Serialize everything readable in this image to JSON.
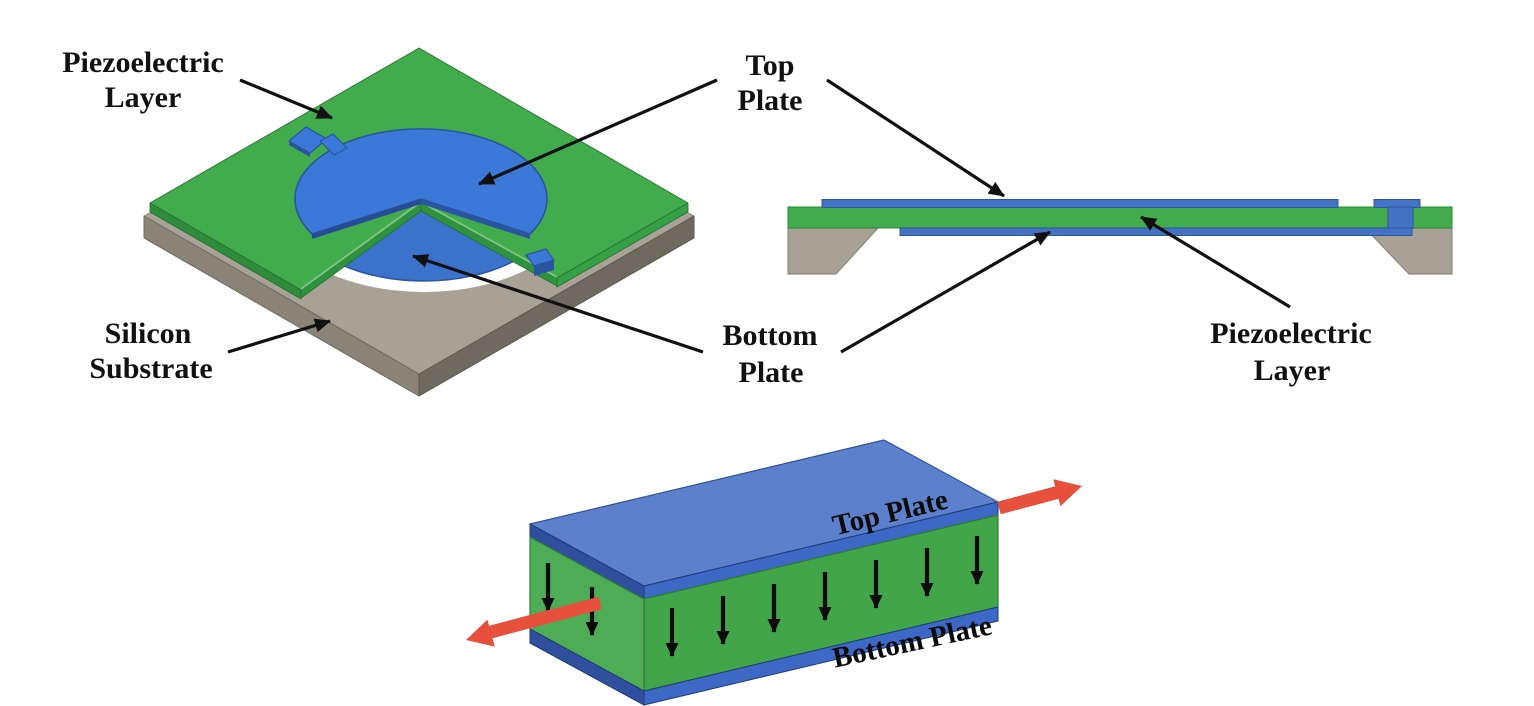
{
  "labels": {
    "piezo_left": {
      "l1": "Piezoelectric",
      "l2": "Layer"
    },
    "silicon": {
      "l1": "Silicon",
      "l2": "Substrate"
    },
    "top_plate": {
      "l1": "Top",
      "l2": "Plate"
    },
    "bottom_plate": {
      "l1": "Bottom",
      "l2": "Plate"
    },
    "piezo_right": {
      "l1": "Piezoelectric",
      "l2": "Layer"
    },
    "box": {
      "top": "Top Plate",
      "bottom": "Bottom Plate"
    }
  },
  "palette": {
    "green": "#41AB4D",
    "green_side_left": "#2E8C3B",
    "green_side_right": "#37A046",
    "green_wall": "#2F9240",
    "plate_blue": "#3C78D8",
    "plate_blue_dark": "#2A55A0",
    "plate_blue_bottom": "#3A72CC",
    "strip_blue": "#4472C4",
    "strip_blue_dark": "#2F5597",
    "substrate_top": "#A7A196",
    "substrate_left": "#8A8478",
    "substrate_right": "#6F6A60",
    "box_top_blue": "#5C80CB",
    "box_band_blue": "#3E68C6",
    "box_band_dark": "#30509F",
    "box_green_front": "#42A54A",
    "box_green_left": "#4DAC55",
    "arrow_red": "#E8503E",
    "ink": "#111111",
    "cavity_white": "#FFFFFF"
  }
}
